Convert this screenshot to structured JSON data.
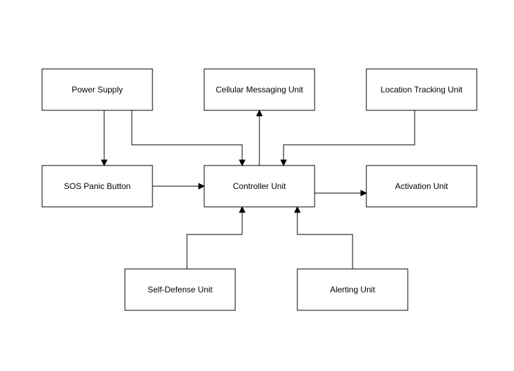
{
  "diagram": {
    "nodes": {
      "power_supply": "Power Supply",
      "cellular_messaging_unit": "Cellular Messaging Unit",
      "location_tracking_unit": "Location Tracking Unit",
      "sos_panic_button": "SOS Panic Button",
      "controller_unit": "Controller Unit",
      "activation_unit": "Activation Unit",
      "self_defense_unit": "Self-Defense Unit",
      "alerting_unit": "Alerting Unit"
    },
    "edges": [
      {
        "from": "power_supply",
        "to": "sos_panic_button"
      },
      {
        "from": "power_supply",
        "to": "controller_unit"
      },
      {
        "from": "controller_unit",
        "to": "cellular_messaging_unit"
      },
      {
        "from": "location_tracking_unit",
        "to": "controller_unit"
      },
      {
        "from": "sos_panic_button",
        "to": "controller_unit"
      },
      {
        "from": "controller_unit",
        "to": "activation_unit"
      },
      {
        "from": "self_defense_unit",
        "to": "controller_unit"
      },
      {
        "from": "alerting_unit",
        "to": "controller_unit"
      }
    ],
    "colors": {
      "stroke": "#000000",
      "fill": "#ffffff",
      "text": "#000000"
    }
  }
}
